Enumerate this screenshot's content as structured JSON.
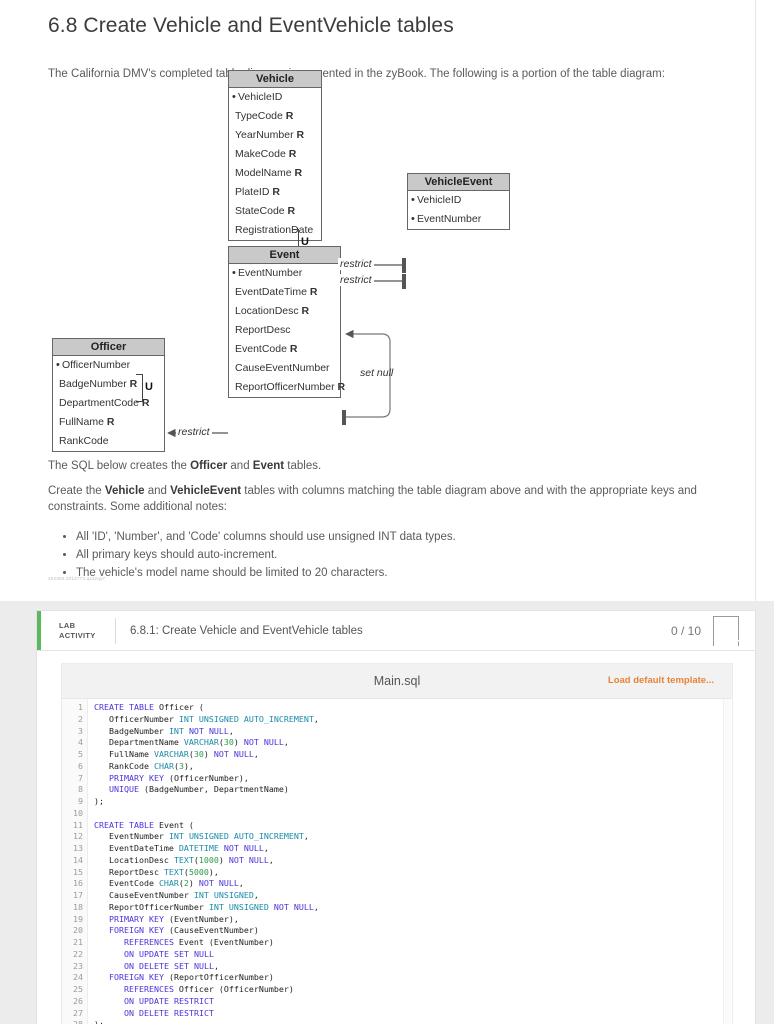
{
  "page_title": "6.8 Create Vehicle and EventVehicle tables",
  "intro_paragraph": "The California DMV's completed table diagram is presented in the zyBook. The following is a portion of the table diagram:",
  "diagram": {
    "tables": [
      {
        "name": "Vehicle",
        "rows": [
          {
            "text": "VehicleID",
            "pk": true,
            "required": false
          },
          {
            "text": "TypeCode",
            "pk": false,
            "required": true
          },
          {
            "text": "YearNumber",
            "pk": false,
            "required": true
          },
          {
            "text": "MakeCode",
            "pk": false,
            "required": true
          },
          {
            "text": "ModelName",
            "pk": false,
            "required": true
          },
          {
            "text": "PlateID",
            "pk": false,
            "required": true
          },
          {
            "text": "StateCode",
            "pk": false,
            "required": true
          },
          {
            "text": "RegistrationDate",
            "pk": false,
            "required": false
          }
        ],
        "unique_marker": "U"
      },
      {
        "name": "VehicleEvent",
        "rows": [
          {
            "text": "VehicleID",
            "pk": true,
            "required": false
          },
          {
            "text": "EventNumber",
            "pk": true,
            "required": false
          }
        ]
      },
      {
        "name": "Event",
        "rows": [
          {
            "text": "EventNumber",
            "pk": true,
            "required": false
          },
          {
            "text": "EventDateTime",
            "pk": false,
            "required": true
          },
          {
            "text": "LocationDesc",
            "pk": false,
            "required": true
          },
          {
            "text": "ReportDesc",
            "pk": false,
            "required": false
          },
          {
            "text": "EventCode",
            "pk": false,
            "required": true
          },
          {
            "text": "CauseEventNumber",
            "pk": false,
            "required": false
          },
          {
            "text": "ReportOfficerNumber",
            "pk": false,
            "required": true
          }
        ]
      },
      {
        "name": "Officer",
        "rows": [
          {
            "text": "OfficerNumber",
            "pk": true,
            "required": false
          },
          {
            "text": "BadgeNumber",
            "pk": false,
            "required": true
          },
          {
            "text": "DepartmentCode",
            "pk": false,
            "required": true
          },
          {
            "text": "FullName",
            "pk": false,
            "required": true
          },
          {
            "text": "RankCode",
            "pk": false,
            "required": false
          }
        ],
        "unique_marker": "U"
      }
    ],
    "relationship_labels": [
      {
        "id": "ve-vehicle",
        "text": "restrict"
      },
      {
        "id": "ve-event",
        "text": "restrict"
      },
      {
        "id": "event-self",
        "text": "set null"
      },
      {
        "id": "event-officer",
        "text": "restrict"
      }
    ],
    "required_marker": "R"
  },
  "body": {
    "sql_note_prefix": "The SQL below creates the ",
    "sql_note_bold1": "Officer",
    "sql_note_mid": " and ",
    "sql_note_bold2": "Event",
    "sql_note_suffix": " tables.",
    "task_prefix": "Create the ",
    "task_bold1": "Vehicle",
    "task_mid": " and ",
    "task_bold2": "VehicleEvent",
    "task_suffix": " tables with columns matching the table diagram above and with the appropriate keys and constraints. Some additional notes:",
    "notes": [
      "All 'ID', 'Number', and 'Code' columns should use unsigned INT data types.",
      "All primary keys should auto-increment.",
      "The vehicle's model name should be limited to 20 characters."
    ],
    "fingerprint": "452350.3012772.qx3zqy7"
  },
  "lab": {
    "tag_line1": "LAB",
    "tag_line2": "ACTIVITY",
    "title": "6.8.1: Create Vehicle and EventVehicle tables",
    "score": "0 / 10",
    "badge_icon": "shield-icon",
    "accent_color": "#5cb85c"
  },
  "editor": {
    "file_name": "Main.sql",
    "load_default_label": "Load default template...",
    "load_default_color": "#e8833a",
    "line_numbers": [
      1,
      2,
      3,
      4,
      5,
      6,
      7,
      8,
      9,
      10,
      11,
      12,
      13,
      14,
      15,
      16,
      17,
      18,
      19,
      20,
      21,
      22,
      23,
      24,
      25,
      26,
      27,
      28
    ],
    "code_lines": [
      "CREATE TABLE Officer (",
      "   OfficerNumber INT UNSIGNED AUTO_INCREMENT,",
      "   BadgeNumber INT NOT NULL,",
      "   DepartmentName VARCHAR(30) NOT NULL,",
      "   FullName VARCHAR(30) NOT NULL,",
      "   RankCode CHAR(3),",
      "   PRIMARY KEY (OfficerNumber),",
      "   UNIQUE (BadgeNumber, DepartmentName)",
      ");",
      "",
      "CREATE TABLE Event (",
      "   EventNumber INT UNSIGNED AUTO_INCREMENT,",
      "   EventDateTime DATETIME NOT NULL,",
      "   LocationDesc TEXT(1000) NOT NULL,",
      "   ReportDesc TEXT(5000),",
      "   EventCode CHAR(2) NOT NULL,",
      "   CauseEventNumber INT UNSIGNED,",
      "   ReportOfficerNumber INT UNSIGNED NOT NULL,",
      "   PRIMARY KEY (EventNumber),",
      "   FOREIGN KEY (CauseEventNumber)",
      "      REFERENCES Event (EventNumber)",
      "      ON UPDATE SET NULL",
      "      ON DELETE SET NULL,",
      "   FOREIGN KEY (ReportOfficerNumber)",
      "      REFERENCES Officer (OfficerNumber)",
      "      ON UPDATE RESTRICT",
      "      ON DELETE RESTRICT",
      ");"
    ]
  }
}
